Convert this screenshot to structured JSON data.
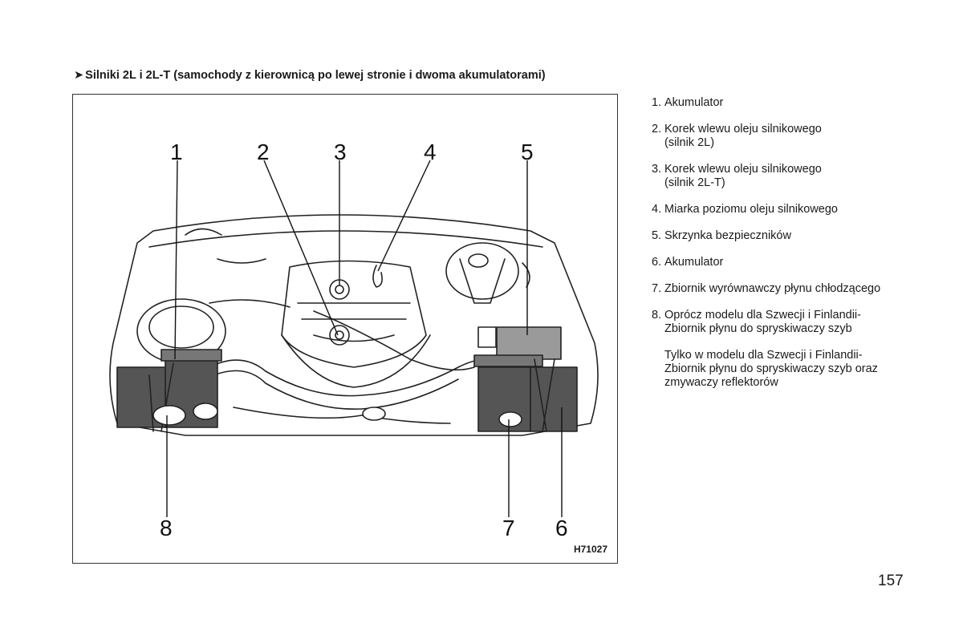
{
  "heading": {
    "arrow": "➤",
    "text": "Silniki 2L i 2L-T (samochody z kierownicą po lewej stronie i dwoma akumulatorami)"
  },
  "figure": {
    "code": "H71027",
    "callouts": [
      "1",
      "2",
      "3",
      "4",
      "5",
      "6",
      "7",
      "8"
    ]
  },
  "legend": {
    "items": [
      {
        "num": "1.",
        "text": "Akumulator"
      },
      {
        "num": "2.",
        "text": "Korek wlewu oleju silnikowego\n(silnik 2L)"
      },
      {
        "num": "3.",
        "text": "Korek wlewu oleju silnikowego\n(silnik 2L-T)"
      },
      {
        "num": "4.",
        "text": "Miarka poziomu oleju silnikowego"
      },
      {
        "num": "5.",
        "text": "Skrzynka bezpieczników"
      },
      {
        "num": "6.",
        "text": "Akumulator"
      },
      {
        "num": "7.",
        "text": "Zbiornik wyrównawczy płynu chłodzącego"
      },
      {
        "num": "8.",
        "text": "Oprócz modelu dla Szwecji i Finlandii-\nZbiornik płynu do spryskiwaczy szyb"
      }
    ],
    "note": "Tylko w modelu dla Szwecji i Finlandii-\nZbiornik płynu do spryskiwaczy szyb oraz\nzmywaczy reflektorów"
  },
  "page_number": "157"
}
